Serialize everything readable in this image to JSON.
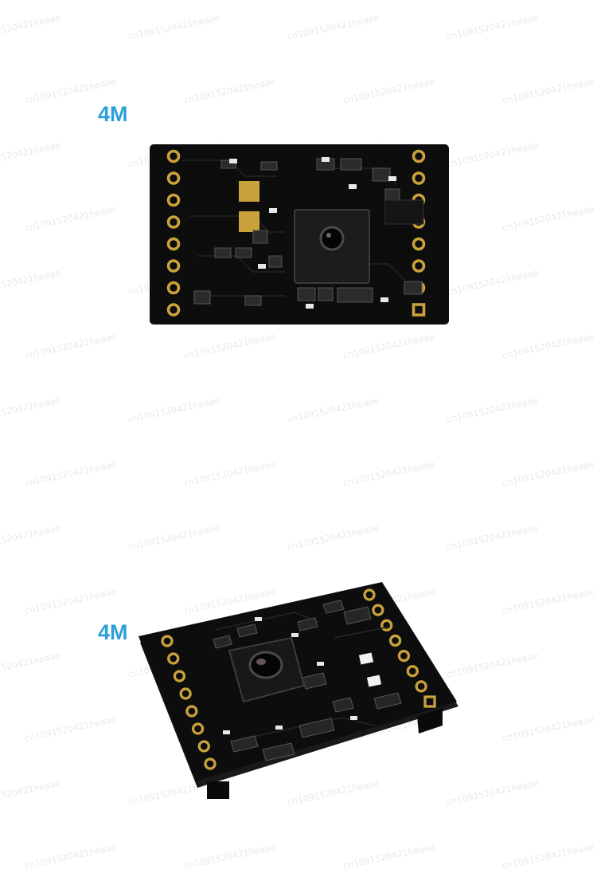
{
  "products": [
    {
      "label": "4M",
      "view": "top-view-camera-module-board"
    },
    {
      "label": "4M",
      "view": "angled-view-camera-module-board"
    }
  ],
  "watermark": {
    "text": "cn1091520421heaae"
  },
  "colors": {
    "label": "#2a9fd8",
    "board": "#0d0d0d",
    "pad": "#c9a23c"
  }
}
